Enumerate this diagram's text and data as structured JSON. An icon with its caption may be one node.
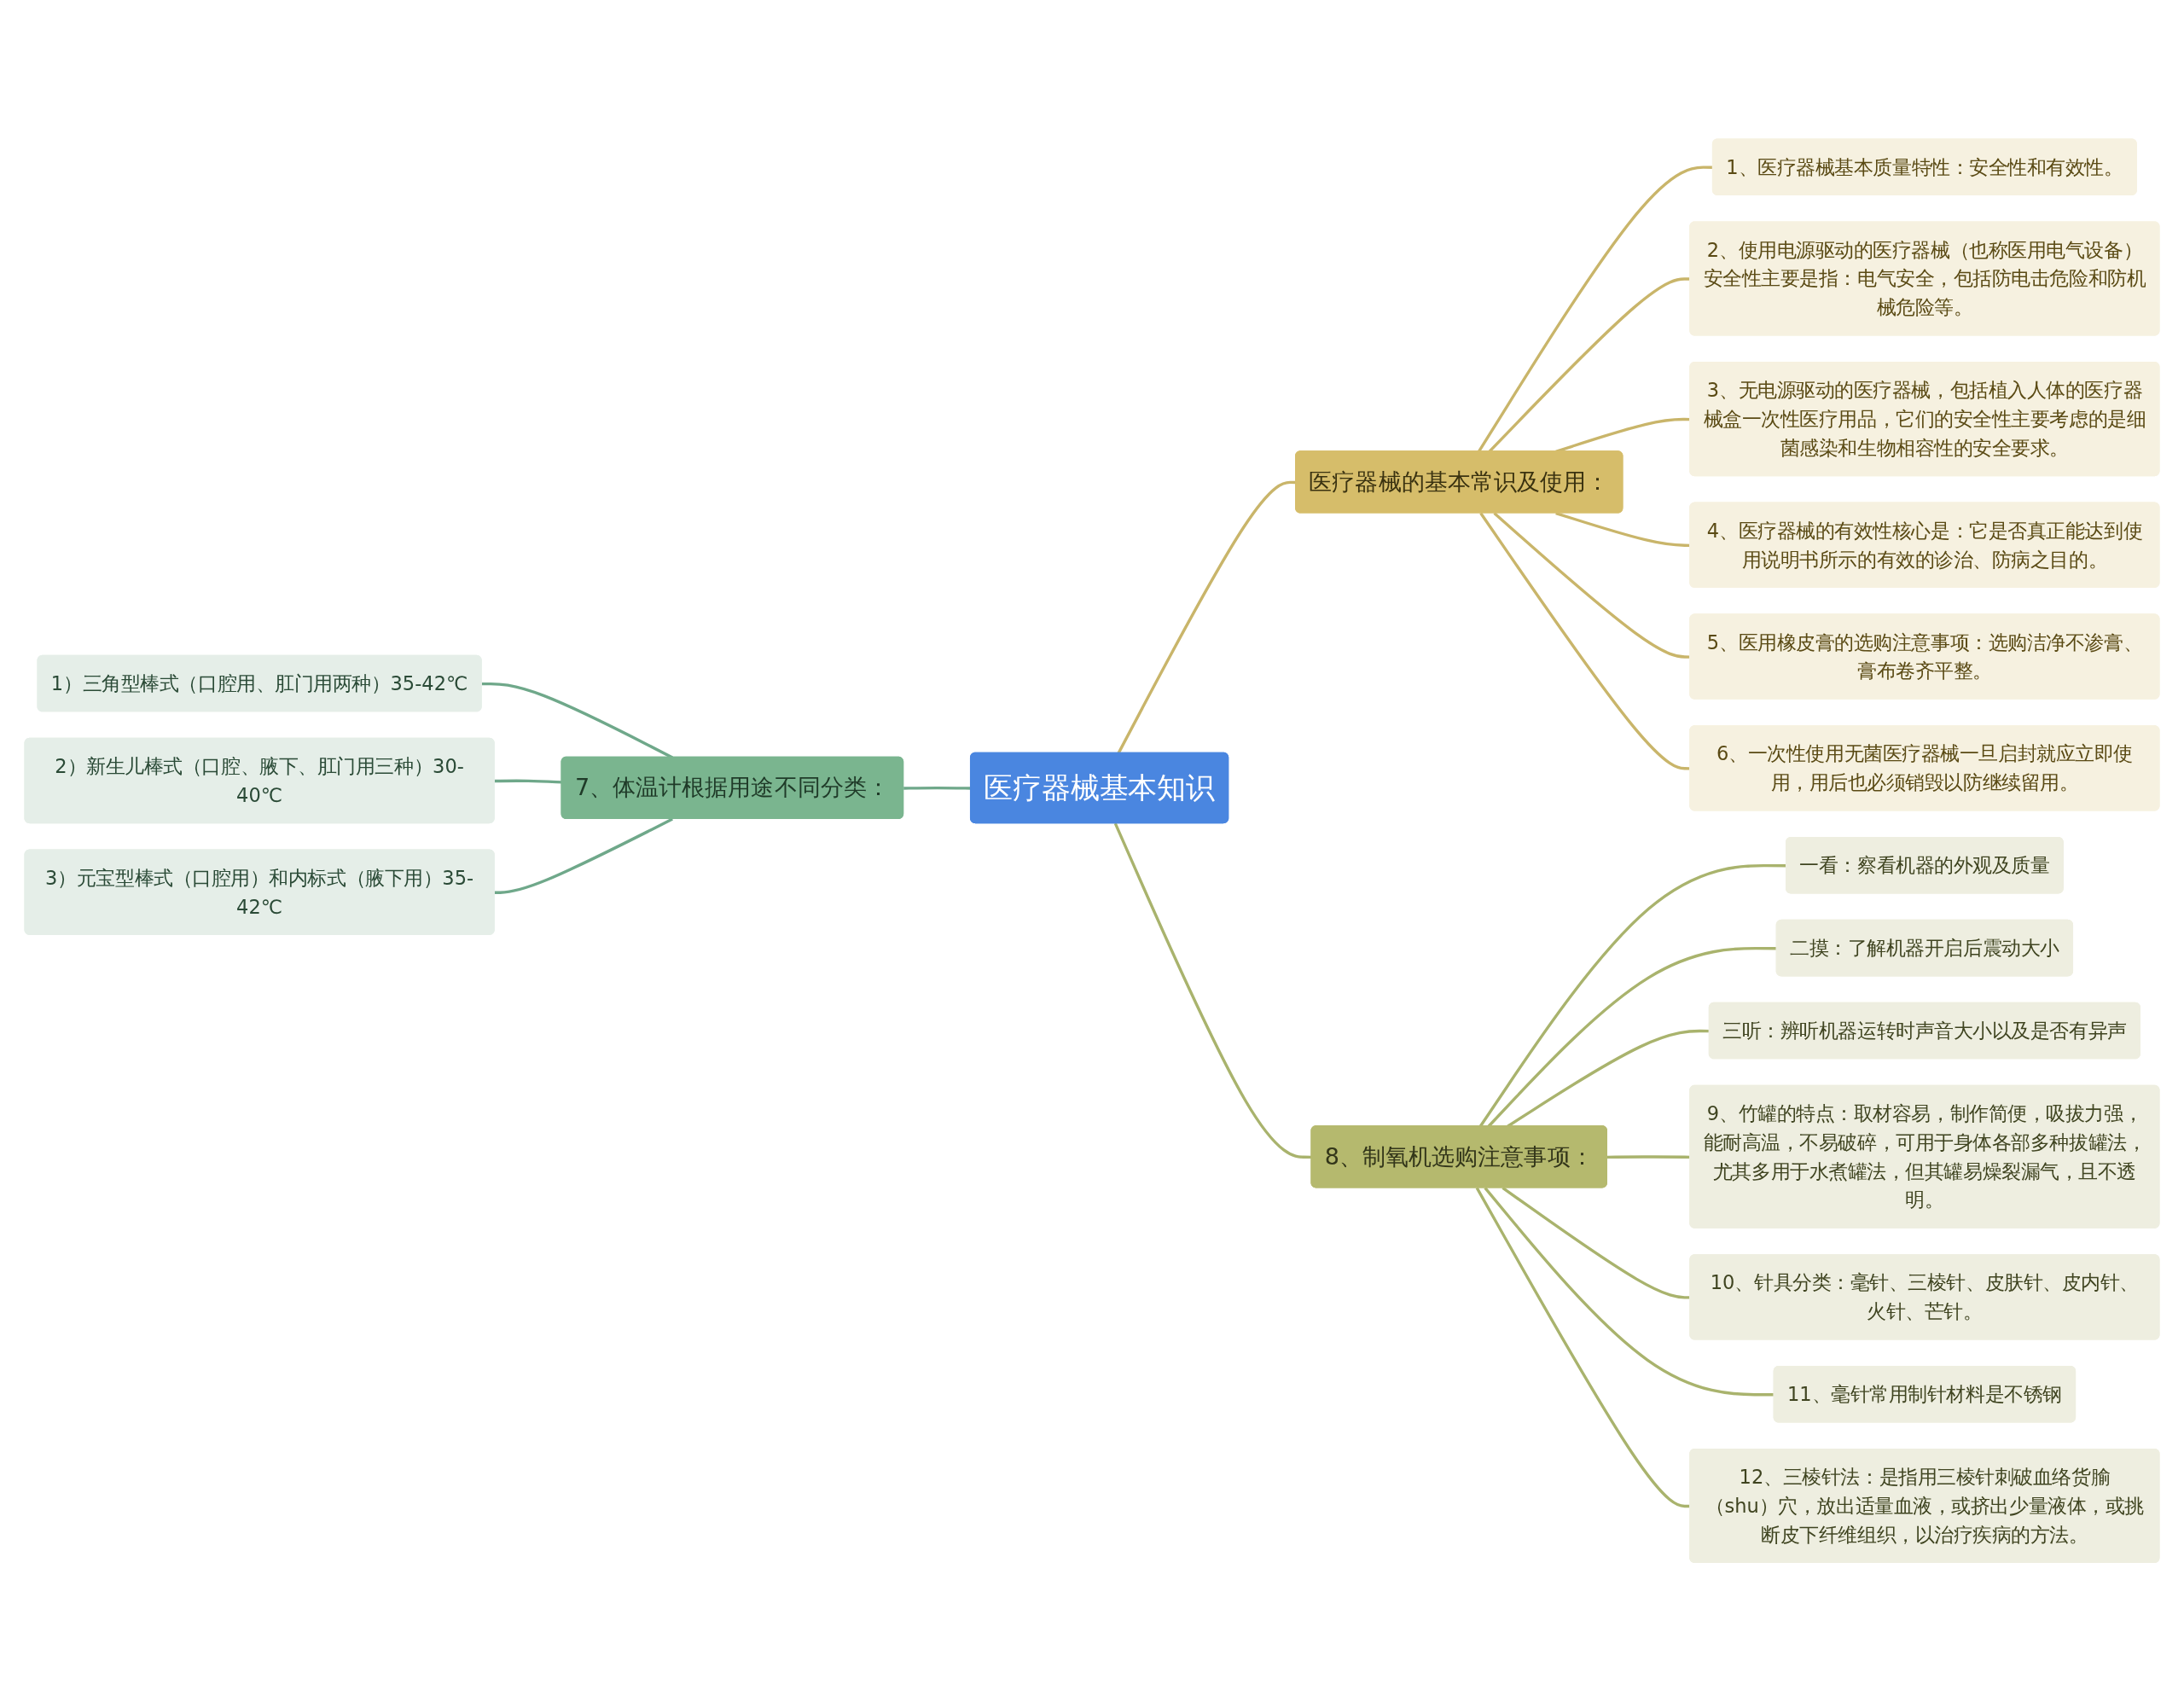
{
  "diagram": {
    "nodes": [
      {
        "text": [
          "医疗器械基本知识"
        ]
      },
      {
        "text": [
          "医疗器械的基本常识及使用："
        ]
      },
      {
        "text": [
          "1、医疗器械基本质量特性：安全性和有效性。"
        ]
      },
      {
        "text": [
          "2、使用电源驱动的医疗器械（也称医用电气设备）安全性主要是指：电气安全，包括防电击危险和防机械危险等。"
        ]
      },
      {
        "text": [
          "3、无电源驱动的医疗器械，包括植入人体的医疗器械盒一次性医疗用品，它们的安全性主要考虑的是细菌感染和生物相容性的安全要求。"
        ]
      },
      {
        "text": [
          "4、医疗器械的有效性核心是：它是否真正能达到使用说明书所示的有效的诊治、防病之目的。"
        ]
      },
      {
        "text": [
          "5、医用橡皮膏的选购注意事项：选购洁净不渗膏、膏布卷齐平整。"
        ]
      },
      {
        "text": [
          "6、一次性使用无菌医疗器械一旦启封就应立即使用，用后也必须销毁以防继续留用。"
        ]
      },
      {
        "text": [
          "7、体温计根据用途不同分类："
        ]
      },
      {
        "text": [
          "1）三角型棒式（口腔用、肛门用两种）35-42℃"
        ]
      },
      {
        "text": [
          "2）新生儿棒式（口腔、腋下、肛门用三种）30-40℃"
        ]
      },
      {
        "text": [
          "3）元宝型棒式（口腔用）和内标式（腋下用）35-42℃"
        ]
      },
      {
        "text": [
          "8、制氧机选购注意事项："
        ]
      },
      {
        "text": [
          "一看：察看机器的外观及质量"
        ]
      },
      {
        "text": [
          "二摸：了解机器开启后震动大小"
        ]
      },
      {
        "text": [
          "三听：辨听机器运转时声音大小以及是否有异声"
        ]
      },
      {
        "text": [
          "9、竹罐的特点：取材容易，制作简便，吸拔力强，能耐高温，不易破碎，可用于身体各部多种拔罐法，尤其多用于水煮罐法，但其罐易燥裂漏气，且不透明。"
        ]
      },
      {
        "text": [
          "10、针具分类：毫针、三棱针、皮肤针、皮内针、火针、芒针。"
        ]
      },
      {
        "text": [
          "11、毫针常用制针材料是不锈钢"
        ]
      },
      {
        "text": [
          "12、三棱针法：是指用三棱针刺破血络货腧（shu）穴，放出适量血液，或挤出少量液体，或挑断皮下纤维组织，以治疗疾病的方法。"
        ]
      }
    ],
    "edges": [
      {
        "from": 0,
        "to": 1,
        "arrow": "none",
        "color": "#c9b56a"
      },
      {
        "from": 1,
        "to": 2,
        "arrow": "none",
        "color": "#c9b56a"
      },
      {
        "from": 1,
        "to": 3,
        "arrow": "none",
        "color": "#c9b56a"
      },
      {
        "from": 1,
        "to": 4,
        "arrow": "none",
        "color": "#c9b56a"
      },
      {
        "from": 1,
        "to": 5,
        "arrow": "none",
        "color": "#c9b56a"
      },
      {
        "from": 1,
        "to": 6,
        "arrow": "none",
        "color": "#c9b56a"
      },
      {
        "from": 1,
        "to": 7,
        "arrow": "none",
        "color": "#c9b56a"
      },
      {
        "from": 0,
        "to": 8,
        "arrow": "none",
        "color": "#6fa88a"
      },
      {
        "from": 8,
        "to": 9,
        "arrow": "none",
        "color": "#6fa88a"
      },
      {
        "from": 8,
        "to": 10,
        "arrow": "none",
        "color": "#6fa88a"
      },
      {
        "from": 8,
        "to": 11,
        "arrow": "none",
        "color": "#6fa88a"
      },
      {
        "from": 0,
        "to": 12,
        "arrow": "none"
      },
      {
        "from": 12,
        "to": 13,
        "arrow": "none"
      },
      {
        "from": 12,
        "to": 14,
        "arrow": "none"
      },
      {
        "from": 12,
        "to": 15,
        "arrow": "none"
      },
      {
        "from": 12,
        "to": 16,
        "arrow": "none"
      },
      {
        "from": 12,
        "to": 17,
        "arrow": "none"
      },
      {
        "from": 12,
        "to": 18,
        "arrow": "none"
      },
      {
        "from": 12,
        "to": 19,
        "arrow": "none"
      }
    ]
  }
}
